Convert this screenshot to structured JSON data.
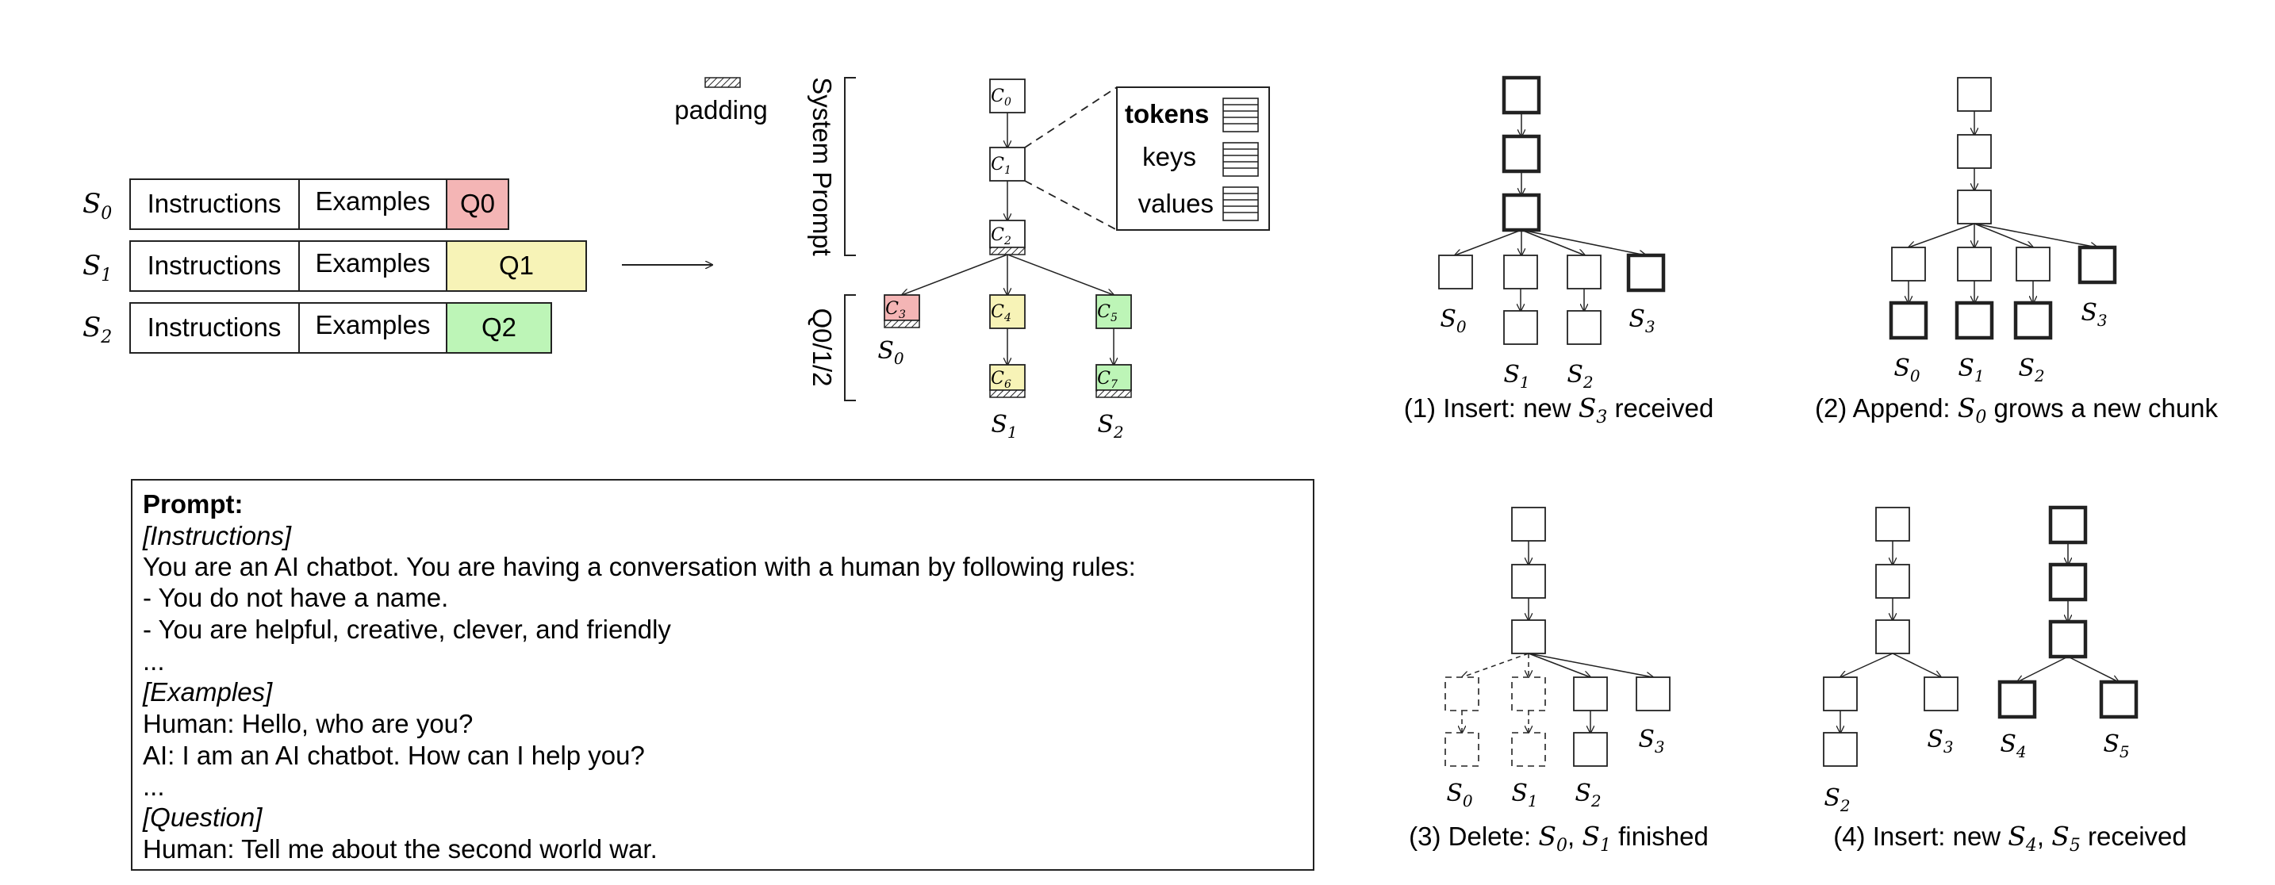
{
  "colors": {
    "q0": "#f4b5b5",
    "q1": "#f7f3b7",
    "q2": "#bdf5b7",
    "stroke": "#222222"
  },
  "sequences": [
    {
      "label": "S",
      "sub": "0",
      "instructions": "Instructions",
      "examples": "Examples",
      "query": "Q0",
      "color": "#f4b5b5"
    },
    {
      "label": "S",
      "sub": "1",
      "instructions": "Instructions",
      "examples": "Examples",
      "query": "Q1",
      "color": "#f7f3b7"
    },
    {
      "label": "S",
      "sub": "2",
      "instructions": "Instructions",
      "examples": "Examples",
      "query": "Q2",
      "color": "#bdf5b7"
    }
  ],
  "legend": {
    "padding": "padding"
  },
  "brackets": {
    "system_prompt": "System Prompt",
    "queries": "Q0/1/2"
  },
  "chunk_detail": {
    "tokens": "tokens",
    "keys": "keys",
    "values": "values"
  },
  "tree": {
    "chunks": [
      {
        "label": "C",
        "sub": "0"
      },
      {
        "label": "C",
        "sub": "1"
      },
      {
        "label": "C",
        "sub": "2"
      },
      {
        "label": "C",
        "sub": "3"
      },
      {
        "label": "C",
        "sub": "4"
      },
      {
        "label": "C",
        "sub": "5"
      },
      {
        "label": "C",
        "sub": "6"
      },
      {
        "label": "C",
        "sub": "7"
      }
    ],
    "seq_labels": [
      {
        "label": "S",
        "sub": "0"
      },
      {
        "label": "S",
        "sub": "1"
      },
      {
        "label": "S",
        "sub": "2"
      }
    ]
  },
  "prompt": {
    "heading": "Prompt:",
    "instructions_tag": "[Instructions]",
    "instruction_lines": [
      "You are an AI chatbot.  You are having a conversation with a human by following rules:",
      "- You do not have a name.",
      "- You are helpful, creative, clever, and friendly",
      "..."
    ],
    "examples_tag": "[Examples]",
    "example_lines": [
      "Human:  Hello, who are you?",
      "AI: I am an AI chatbot.  How can I help you?",
      "..."
    ],
    "question_tag": "[Question]",
    "question_lines": [
      "Human:  Tell me about the second world war."
    ]
  },
  "ops": {
    "insert": {
      "caption_pre": "(1) Insert: new ",
      "caption_var": "S",
      "caption_sub": "3",
      "caption_post": " received",
      "s0": "0",
      "s1": "1",
      "s2": "2",
      "s3": "3"
    },
    "append": {
      "caption_pre": "(2) Append: ",
      "caption_var": "S",
      "caption_sub": "0",
      "caption_post": " grows a new chunk",
      "s0": "0",
      "s1": "1",
      "s2": "2",
      "s3": "3"
    },
    "delete": {
      "caption_pre": "(3) Delete: ",
      "caption_var": "S",
      "caption_sub": "0",
      "caption_mid": ", ",
      "caption_var2": "S",
      "caption_sub2": "1",
      "caption_post": " finished",
      "s0": "0",
      "s1": "1",
      "s2": "2",
      "s3": "3"
    },
    "insert2": {
      "caption_pre": "(4) Insert: new ",
      "caption_var": "S",
      "caption_sub": "4",
      "caption_mid": ", ",
      "caption_var2": "S",
      "caption_sub2": "5",
      "caption_post": " received",
      "s2": "2",
      "s3": "3",
      "s4": "4",
      "s5": "5"
    }
  }
}
